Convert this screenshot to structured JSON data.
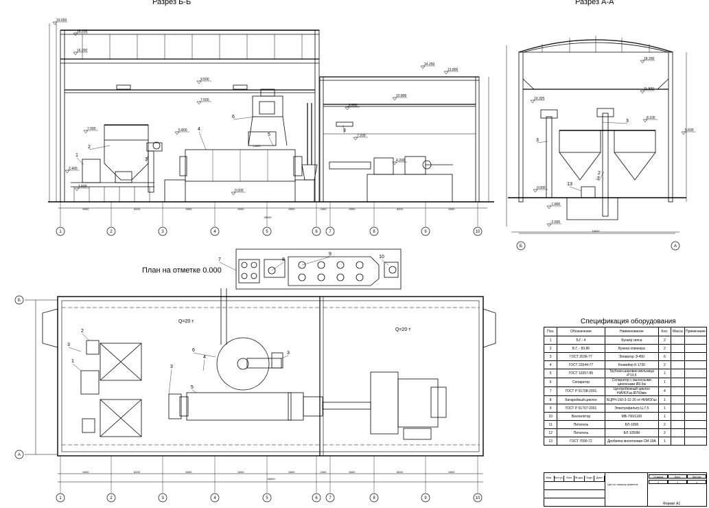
{
  "titles": {
    "section_bb": "Разрез Б-Б",
    "section_aa": "Разрез А-А",
    "plan": "План на отметке 0.000",
    "spec": "Спецификация оборудования"
  },
  "levels_bb": [
    "19.650",
    "18.200",
    "16.200",
    "9.500",
    "7.500",
    "7.000",
    "5.800",
    "2.400",
    "1.600",
    "0.000"
  ],
  "levels_mid": [
    "14.250",
    "13.800",
    "10.800",
    "8.850",
    "7.200",
    "4.200"
  ],
  "levels_aa": [
    "18.200",
    "11.500",
    "10.325",
    "8.100",
    "5.600",
    "0.000",
    "-1.800",
    "-2.600"
  ],
  "axes_bb": [
    "1",
    "2",
    "3",
    "4",
    "5",
    "6",
    "7",
    "8",
    "9",
    "10"
  ],
  "axes_aa": [
    "Б",
    "А"
  ],
  "plan_axes_cols": [
    "1",
    "2",
    "3",
    "4",
    "5",
    "6",
    "7",
    "8",
    "9",
    "10"
  ],
  "plan_axes_rows": [
    "Б",
    "А"
  ],
  "crane_labels": [
    "Q=20 т",
    "Q=20 т"
  ],
  "dims_bb": [
    "6000",
    "6000",
    "6000",
    "6000",
    "6000",
    "2400",
    "6000",
    "6000",
    "6000"
  ],
  "dim_total": "45000",
  "dim_aa_total": "18000",
  "mill_dim": "15800",
  "spec": {
    "headers": [
      "Поз.",
      "Обозначение",
      "Наименование",
      "Кол.",
      "Масса",
      "Примечание"
    ],
    "rows": [
      {
        "pos": "1",
        "code": "Б.Г.- 4",
        "name": "Бункер гипса",
        "qty": "2"
      },
      {
        "pos": "2",
        "code": "Б.Г. - 83.86",
        "name": "Бункер клинкера",
        "qty": "2"
      },
      {
        "pos": "3",
        "code": "ГОСТ 2036-77",
        "name": "Элеватор Э-450",
        "qty": "6"
      },
      {
        "pos": "4",
        "code": "ГОСТ 22644-77",
        "name": "Конвейер К-1730",
        "qty": "2"
      },
      {
        "pos": "5",
        "code": "ГОСТ 10357-85",
        "name": "Трубная шаровая мельница 4*13,5",
        "qty": "1"
      },
      {
        "pos": "6",
        "code": "Сепаратор",
        "name": "Сепаратор с выносными циклонами Ø3,6м",
        "qty": "1"
      },
      {
        "pos": "7",
        "code": "ГОСТ Р 51708-2001",
        "name": "Центробежный циклон НИИОГаз Ø750мм",
        "qty": "4"
      },
      {
        "pos": "8",
        "code": "Батарейный циклон",
        "name": "БЦРН-150-3-12-20 от НИИОГаз",
        "qty": "1"
      },
      {
        "pos": "9",
        "code": "ГОСТ Р 51707-2001",
        "name": "Электрофильтр Ц-7,5",
        "qty": "1"
      },
      {
        "pos": "10",
        "code": "Вентилятор",
        "name": "МВ-700/1100",
        "qty": "1"
      },
      {
        "pos": "11",
        "code": "Питатель",
        "name": "БЛ-1058",
        "qty": "2"
      },
      {
        "pos": "12",
        "code": "Питатель",
        "name": "БЛ-1059М",
        "qty": "2"
      },
      {
        "pos": "13",
        "code": "ГОСТ 7090-72",
        "name": "Дробилка молотковая СМ-19А",
        "qty": "1"
      }
    ]
  },
  "stamp": {
    "cols": [
      "Изм.",
      "Кол.уч.",
      "Лист",
      "№ док.",
      "Подп.",
      "Дата"
    ],
    "title": "Цех по помолу цемента",
    "stage_head": [
      "Стадия",
      "Лист",
      "Листов"
    ],
    "stage_vals": [
      "У",
      "1",
      "1"
    ],
    "format": "Формат А1"
  },
  "positions_section": [
    "1",
    "2",
    "3",
    "4",
    "5",
    "6",
    "3",
    "13",
    "2",
    "3",
    "3",
    "2"
  ],
  "positions_plan": [
    "7",
    "8",
    "9",
    "10",
    "1",
    "2",
    "3",
    "4",
    "5",
    "6",
    "3",
    "3"
  ]
}
